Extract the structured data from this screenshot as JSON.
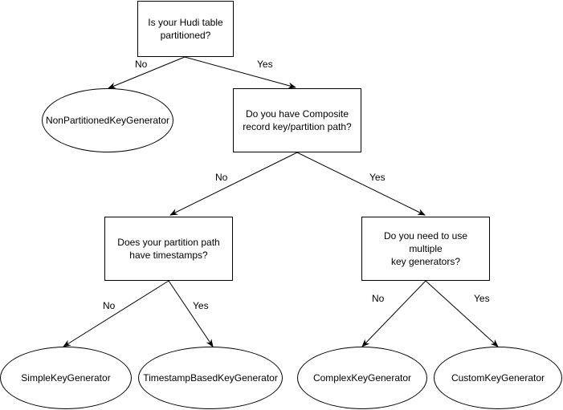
{
  "nodes": {
    "q_partitioned": "Is your Hudi table\npartitioned?",
    "nonpartitioned": "NonPartitionedKeyGenerator",
    "q_composite": "Do you have Composite\nrecord key/partition path?",
    "q_timestamps": "Does your partition path\nhave timestamps?",
    "q_multiple": "Do you need to use multiple\nkey generators?",
    "simple": "SimpleKeyGenerator",
    "timestamp": "TimestampBasedKeyGenerator",
    "complex": "ComplexKeyGenerator",
    "custom": "CustomKeyGenerator"
  },
  "edges": {
    "partitioned_no": "No",
    "partitioned_yes": "Yes",
    "composite_no": "No",
    "composite_yes": "Yes",
    "timestamps_no": "No",
    "timestamps_yes": "Yes",
    "multiple_no": "No",
    "multiple_yes": "Yes"
  }
}
